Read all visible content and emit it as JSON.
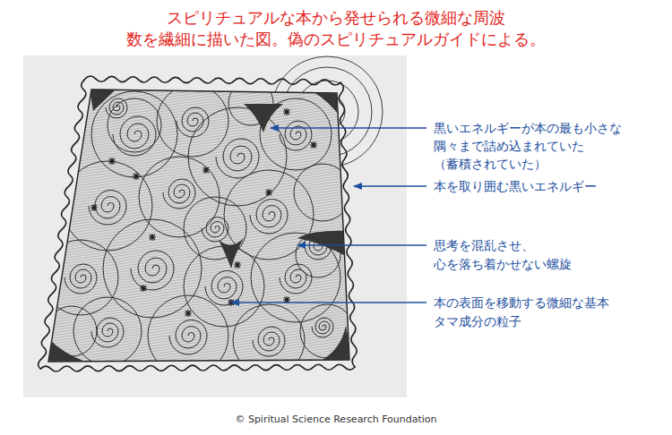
{
  "diagram": {
    "title": "スピリチュアルな本から発せられる微細な周波 数を繊細に描いた図。偽のスピリチュアルガイドによる。",
    "labels": [
      "黒いエネルギーが本の最も小さな 隅々まで詰め込まれていた （蓄積されていた）",
      "本を取り囲む黒いエネルギー",
      "思考を混乱させ、 心を落ち着かせない螺旋",
      "本の表面を移動する微細な基本 タマ成分の粒子",
      "© Spiritual Science Research Foundation"
    ]
  }
}
